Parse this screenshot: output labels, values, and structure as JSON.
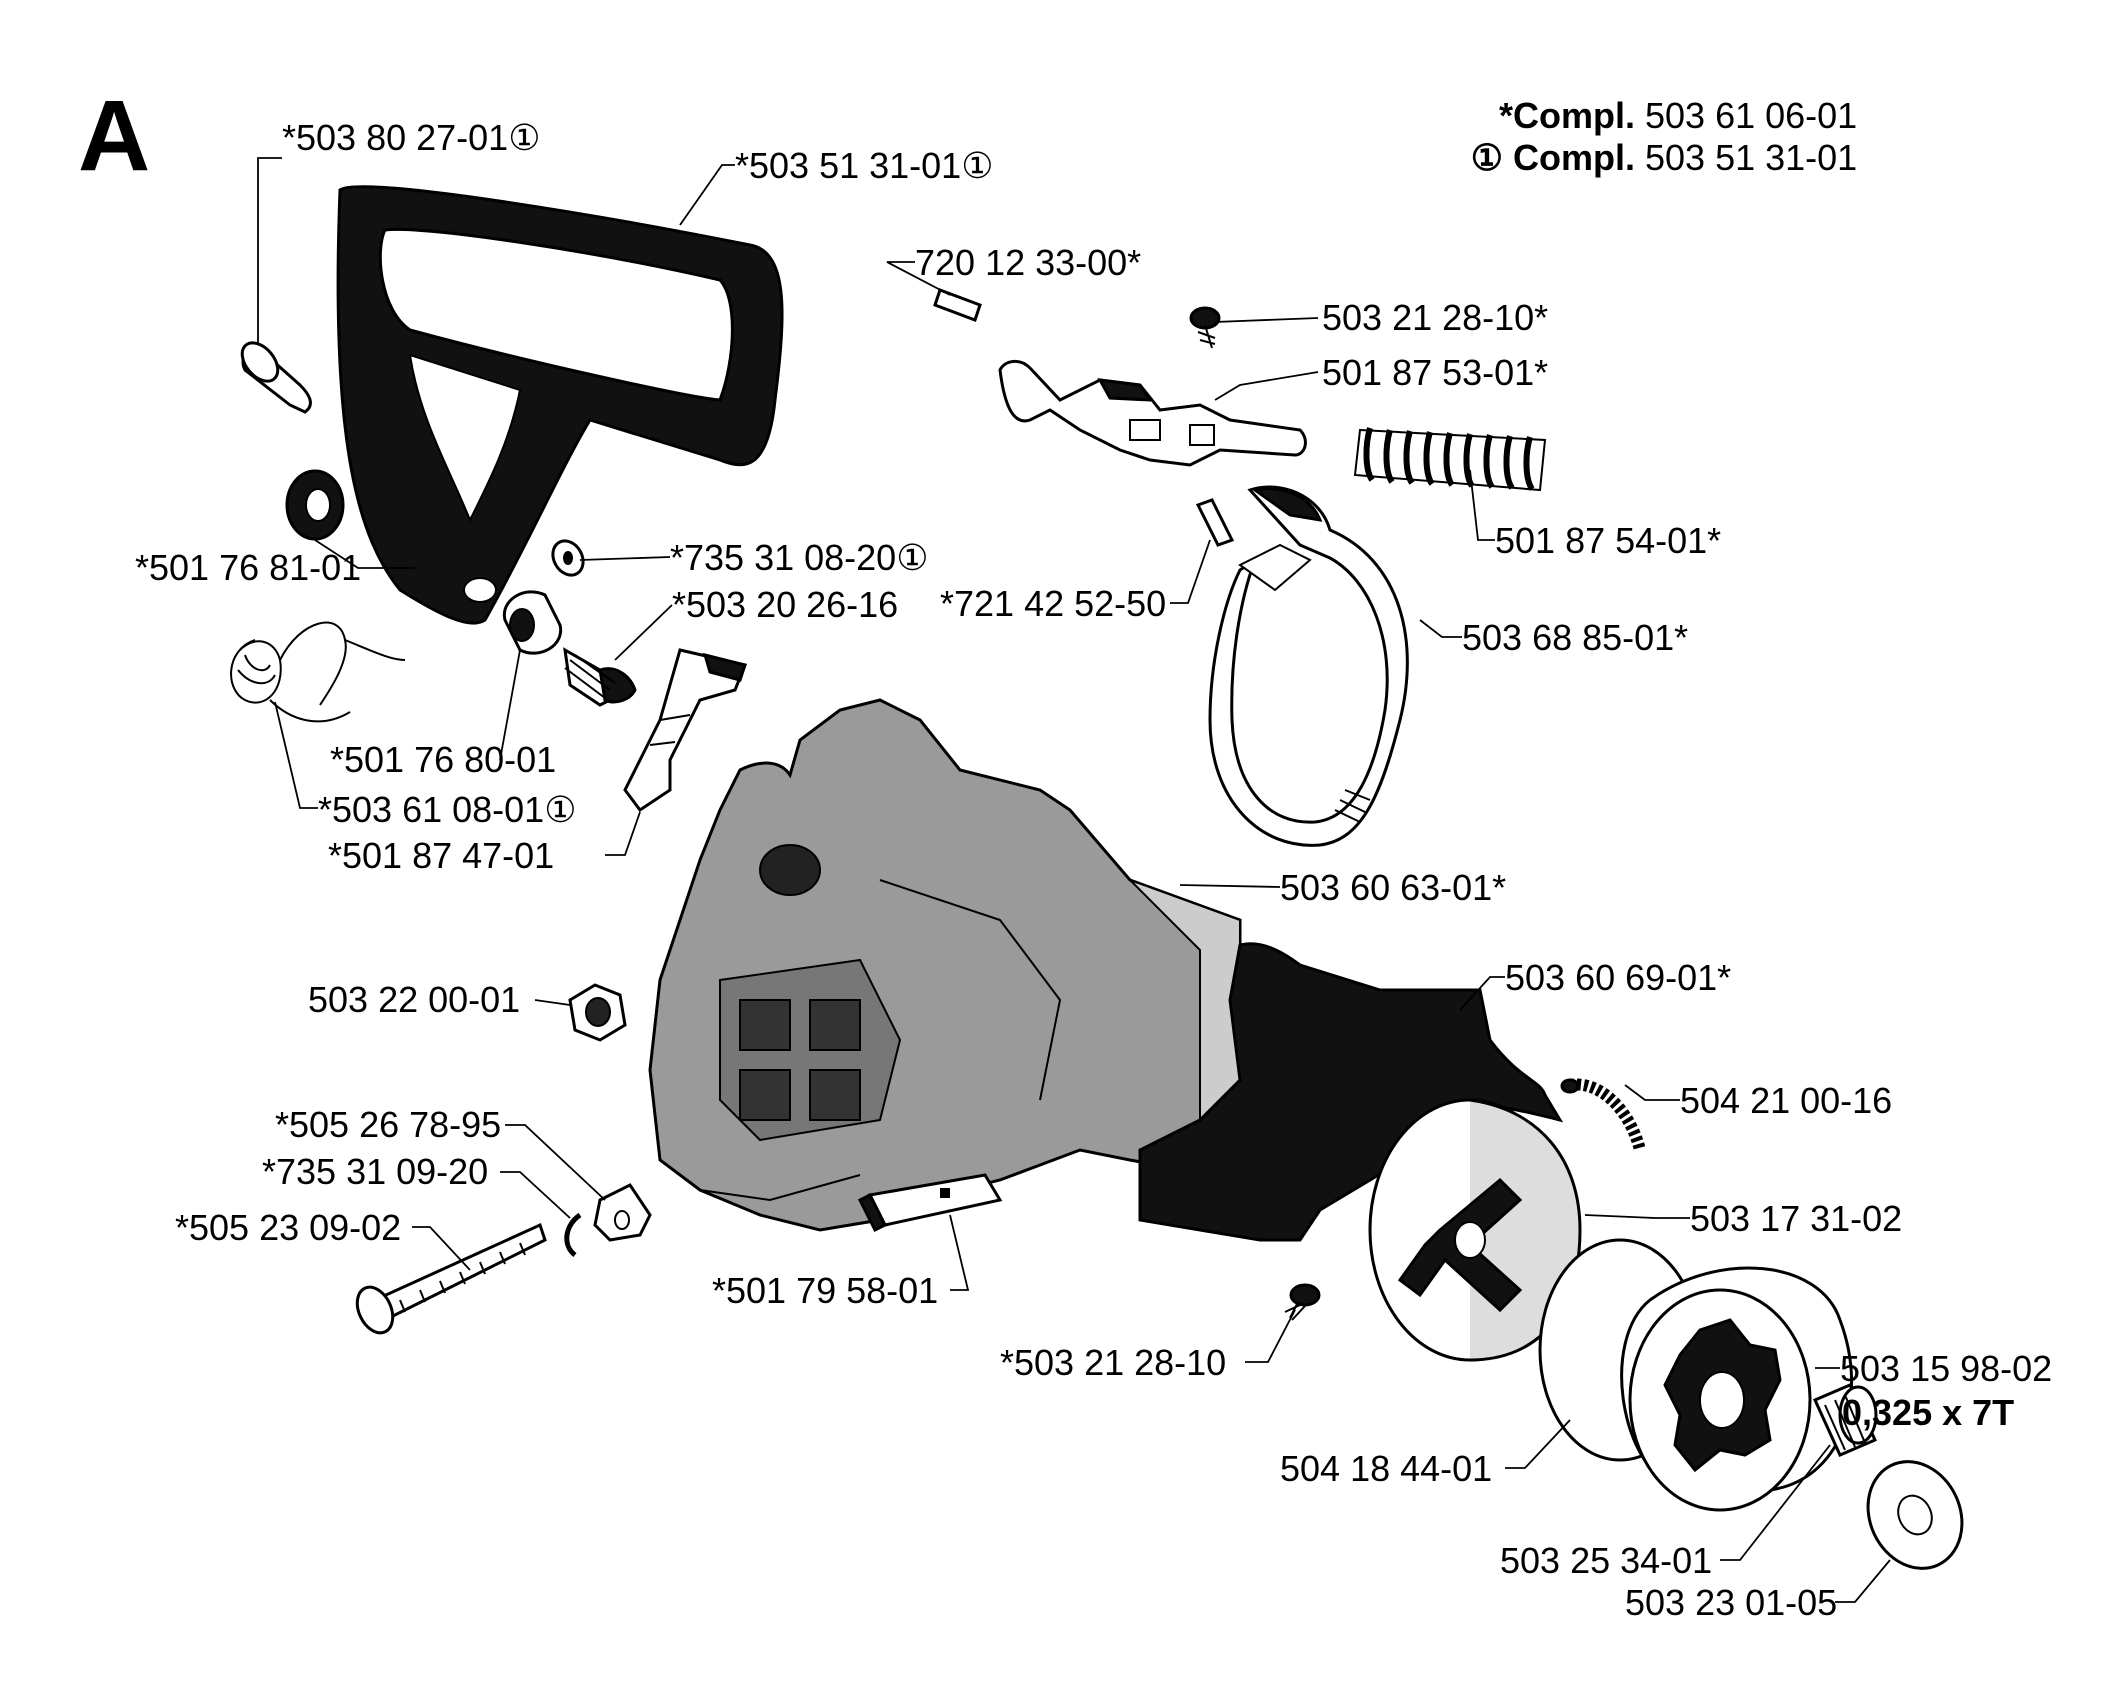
{
  "section_letter": "A",
  "legend": {
    "line1_prefix": "*Compl.",
    "line1_value": "503 61 06-01",
    "line2_prefix": "① Compl.",
    "line2_value": "503 51 31-01"
  },
  "parts": {
    "p01": "*503 80 27-01①",
    "p02": "*503 51 31-01①",
    "p03": "720 12 33-00*",
    "p04": "503 21 28-10*",
    "p05": "501 87 53-01*",
    "p06": "501 87 54-01*",
    "p07": "*501 76 81-01",
    "p08": "*735 31 08-20①",
    "p09": "*503 20 26-16",
    "p10": "*721 42 52-50",
    "p11": "503 68 85-01*",
    "p12": "*501 76 80-01",
    "p13": "*503 61 08-01①",
    "p14": "*501 87 47-01",
    "p15": "503 60 63-01*",
    "p16": "503 22 00-01",
    "p17": "503 60 69-01*",
    "p18": "504 21 00-16",
    "p19": "*505 26 78-95",
    "p20": "*735 31 09-20",
    "p21": "*505 23 09-02",
    "p22": "503 17 31-02",
    "p23": "*501 79 58-01",
    "p24": "*503 21 28-10",
    "p25": "503 15 98-02",
    "p25_spec": "0,325 x 7T",
    "p26": "504 18 44-01",
    "p27": "503 25 34-01",
    "p28": "503 23 01-05"
  }
}
